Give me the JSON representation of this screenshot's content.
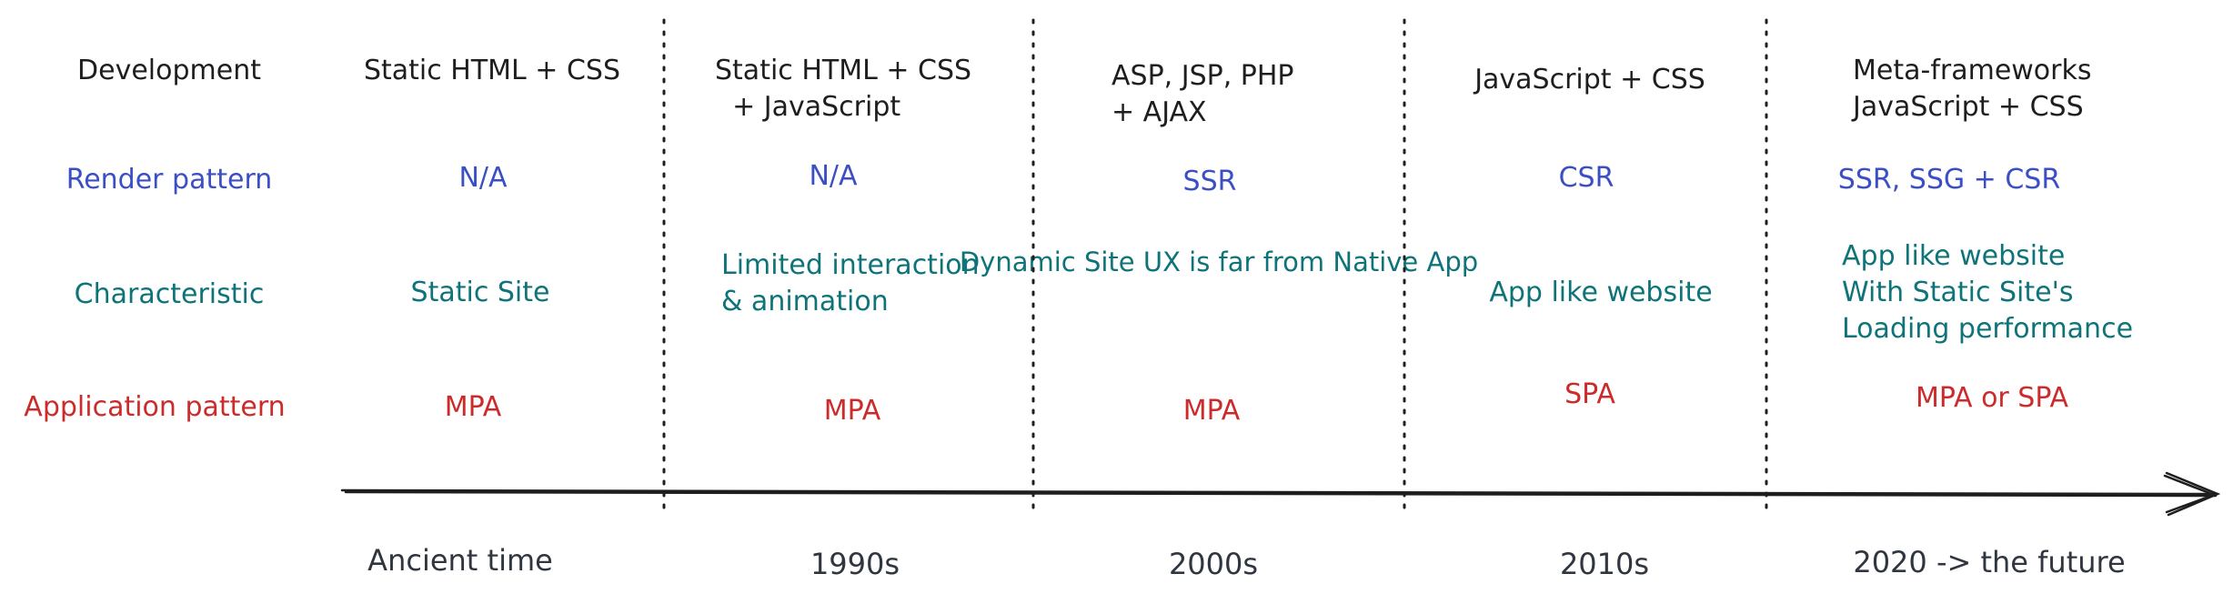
{
  "row_labels": {
    "development": "Development",
    "render_pattern": "Render pattern",
    "characteristic": "Characteristic",
    "application_pattern": "Application pattern"
  },
  "columns": [
    {
      "development": "Static HTML + CSS",
      "render_pattern": "N/A",
      "characteristic": "Static Site",
      "application_pattern": "MPA",
      "era": "Ancient time"
    },
    {
      "development": "Static HTML + CSS\n  + JavaScript",
      "render_pattern": "N/A",
      "characteristic": "Limited interaction\n& animation",
      "application_pattern": "MPA",
      "era": "1990s"
    },
    {
      "development": "ASP, JSP, PHP\n+ AJAX",
      "render_pattern": "SSR",
      "characteristic": "Dynamic Site\nUX is far from Native App",
      "application_pattern": "MPA",
      "era": "2000s"
    },
    {
      "development": "JavaScript + CSS",
      "render_pattern": "CSR",
      "characteristic": "App like website",
      "application_pattern": "SPA",
      "era": "2010s"
    },
    {
      "development": "Meta-frameworks\nJavaScript + CSS",
      "render_pattern": "SSR, SSG + CSR",
      "characteristic": "App like website\nWith Static Site's\nLoading performance",
      "application_pattern": "MPA or SPA",
      "era": "2020 -> the future"
    }
  ],
  "colors": {
    "development": "#1e1e1e",
    "render_pattern": "#3b4fc4",
    "characteristic": "#0e7479",
    "application_pattern": "#cc2b2b",
    "timeline": "#1e1e1e"
  }
}
